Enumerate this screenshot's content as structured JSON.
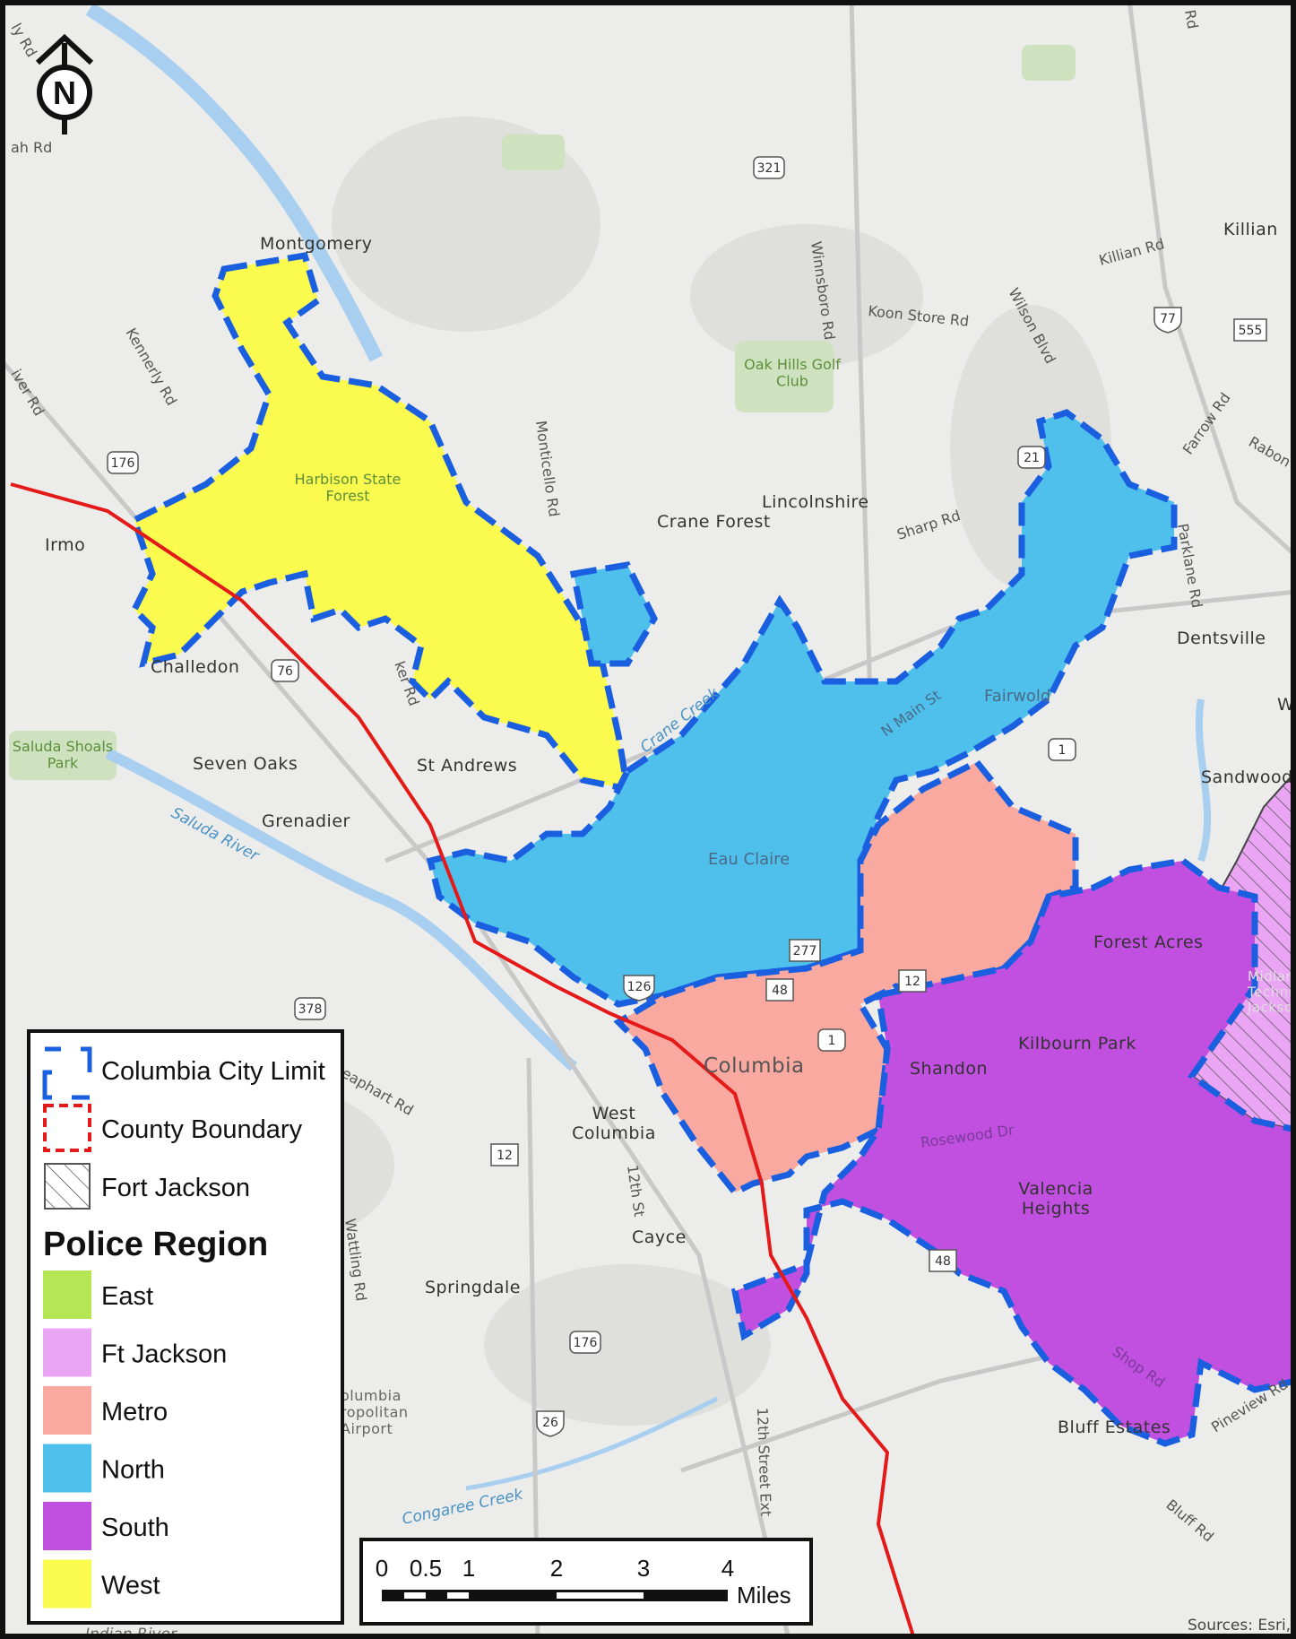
{
  "places": {
    "montgomery": "Montgomery",
    "irmo": "Irmo",
    "challedon": "Challedon",
    "seven_oaks": "Seven Oaks",
    "grenadier": "Grenadier",
    "st_andrews": "St Andrews",
    "crane_forest": "Crane Forest",
    "lincolnshire": "Lincolnshire",
    "killian": "Killian",
    "dentsville": "Dentsville",
    "sandwood": "Sandwood",
    "w": "W",
    "fairwold": "Fairwold",
    "eau_claire": "Eau Claire",
    "forest_acres": "Forest Acres",
    "kilbourn_park": "Kilbourn Park",
    "shandon": "Shandon",
    "columbia": "Columbia",
    "west_columbia": "West\nColumbia",
    "valencia_heights": "Valencia\nHeights",
    "cayce": "Cayce",
    "springdale": "Springdale",
    "bluff_estates": "Bluff Estates",
    "airport": "olumbia\nropolitan\nAirport",
    "midlands": "Midland\nTechnical C\nJackson"
  },
  "parks": {
    "harbison": "Harbison State\nForest",
    "oak_hills": "Oak Hills Golf\nClub",
    "saluda_shoals": "Saluda Shoals\nPark"
  },
  "water": {
    "saluda_river": "Saluda River",
    "crane_creek": "Crane Creek",
    "congaree_creek": "Congaree Creek",
    "indian_river": "Indian River"
  },
  "roads": {
    "kennerly": "Kennerly Rd",
    "monticello": "Monticello Rd",
    "winnsboro": "Winnsboro Rd",
    "koon_store": "Koon Store Rd",
    "wilson": "Wilson Blvd",
    "killian_rd": "Killian Rd",
    "farrow": "Farrow Rd",
    "rabon": "Rabon",
    "parklane": "Parklane Rd",
    "sharp": "Sharp Rd",
    "n_main": "N Main St",
    "rosewood": "Rosewood Dr",
    "leaphart": "eaphart Rd",
    "twelfth_st": "12th St",
    "twelfth_ext": "12th Street Ext",
    "wattling": "Wattling Rd",
    "shop": "Shop Rd",
    "pineview": "Pineview Rd",
    "bluff": "Bluff Rd",
    "river_rd": "iver Rd",
    "ah_rd": "ah Rd",
    "ly_rd": "ly Rd",
    "rd_top": "Rd",
    "ker_rd": "ker Rd"
  },
  "shields": {
    "us321": "321",
    "i77": "77",
    "sc555": "555",
    "us21": "21",
    "us176a": "176",
    "us76": "76",
    "us1a": "1",
    "us277": "277",
    "us48a": "48",
    "sc12a": "12",
    "us1b": "1",
    "sc12b": "12",
    "us378": "378",
    "sc48b": "48",
    "us176b": "176",
    "us26": "26",
    "us126": "126"
  },
  "legend": {
    "city_limit": "Columbia City Limit",
    "county_boundary": "County Boundary",
    "fort_jackson": "Fort Jackson",
    "title": "Police Region",
    "regions": [
      {
        "name": "East",
        "color": "#b5e655"
      },
      {
        "name": "Ft Jackson",
        "color": "#eaa5f5"
      },
      {
        "name": "Metro",
        "color": "#f9a9a0"
      },
      {
        "name": "North",
        "color": "#4fc0ec"
      },
      {
        "name": "South",
        "color": "#c14fe0"
      },
      {
        "name": "West",
        "color": "#fafa4f"
      }
    ]
  },
  "scale": {
    "ticks": [
      "0",
      "0.5",
      "1",
      "2",
      "3",
      "4"
    ],
    "unit": "Miles"
  },
  "north_arrow": "N",
  "attribution": "Sources: Esri, A",
  "colors": {
    "city_limit": "#1a5fe0",
    "county": "#e41a1a",
    "west": "#fafa4f",
    "north": "#4fc0ec",
    "metro": "#f9a9a0",
    "south": "#c14fe0",
    "ft_jackson": "#eaa5f5"
  }
}
